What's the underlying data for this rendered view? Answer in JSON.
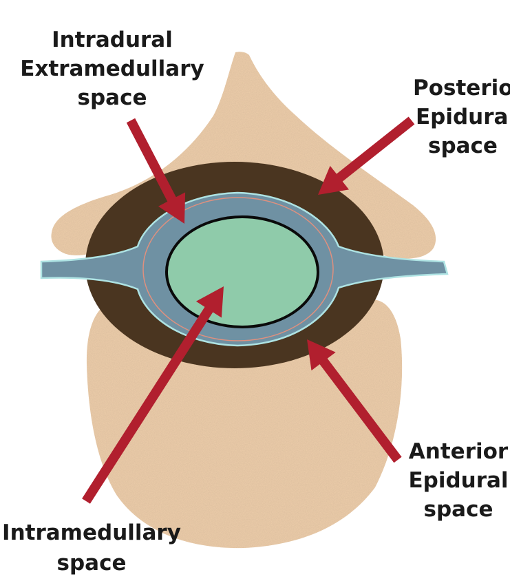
{
  "labels": {
    "intradural_line1": "Intradural",
    "intradural_line2": "Extramedullary",
    "intradural_line3": "space",
    "posterior_line1": "Posterior",
    "posterior_line2": "Epidural",
    "posterior_line3": "space",
    "anterior_line1": "Anterior",
    "anterior_line2": "Epidural",
    "anterior_line3": "space",
    "intramedullary_line1": "Intramedullary",
    "intramedullary_line2": "space"
  },
  "colors": {
    "bone": "#EACBA8",
    "epidural_fat": "#4A3520",
    "dural_sac": "#6F91A3",
    "dura_outline": "#AEE3E3",
    "arachnoid_line": "#E0907E",
    "spinal_cord": "#8FCBAA",
    "arrow": "#B11F2E",
    "text": "#1a1a1a"
  }
}
